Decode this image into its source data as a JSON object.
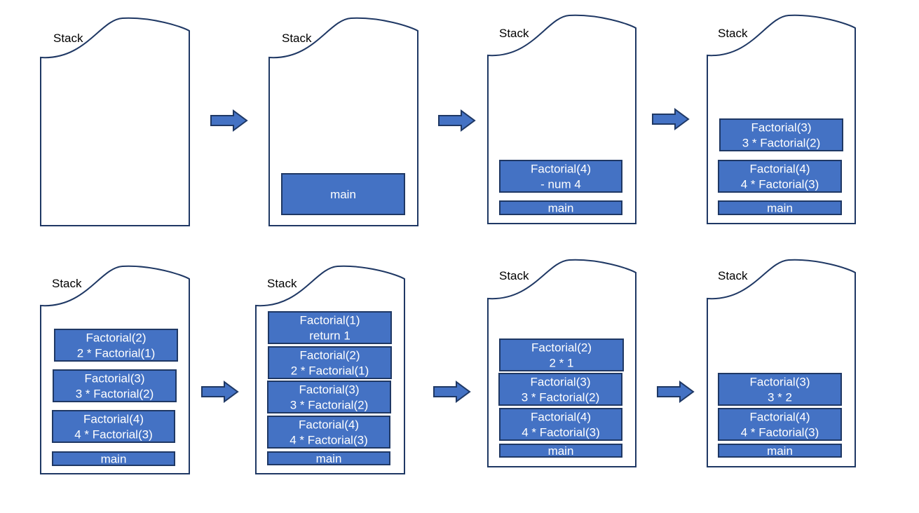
{
  "colors": {
    "frame_fill": "#4472c4",
    "outline": "#1f3864",
    "frame_text": "#ffffff"
  },
  "panels": [
    {
      "label": "Stack",
      "frames": []
    },
    {
      "label": "Stack",
      "frames": [
        [
          "main"
        ]
      ]
    },
    {
      "label": "Stack",
      "frames": [
        [
          "Factorial(4)",
          "- num 4"
        ],
        [
          "main"
        ]
      ]
    },
    {
      "label": "Stack",
      "frames": [
        [
          "Factorial(3)",
          "3 * Factorial(2)"
        ],
        [
          "Factorial(4)",
          "4 * Factorial(3)"
        ],
        [
          "main"
        ]
      ]
    },
    {
      "label": "Stack",
      "frames": [
        [
          "Factorial(2)",
          "2 * Factorial(1)"
        ],
        [
          "Factorial(3)",
          "3 * Factorial(2)"
        ],
        [
          "Factorial(4)",
          "4 * Factorial(3)"
        ],
        [
          "main"
        ]
      ]
    },
    {
      "label": "Stack",
      "frames": [
        [
          "Factorial(1)",
          "return 1"
        ],
        [
          "Factorial(2)",
          "2 * Factorial(1)"
        ],
        [
          "Factorial(3)",
          "3 * Factorial(2)"
        ],
        [
          "Factorial(4)",
          "4 * Factorial(3)"
        ],
        [
          "main"
        ]
      ]
    },
    {
      "label": "Stack",
      "frames": [
        [
          "Factorial(2)",
          "2 * 1"
        ],
        [
          "Factorial(3)",
          "3 * Factorial(2)"
        ],
        [
          "Factorial(4)",
          "4 * Factorial(3)"
        ],
        [
          "main"
        ]
      ]
    },
    {
      "label": "Stack",
      "frames": [
        [
          "Factorial(3)",
          "3 * 2"
        ],
        [
          "Factorial(4)",
          "4 * Factorial(3)"
        ],
        [
          "main"
        ]
      ]
    }
  ]
}
